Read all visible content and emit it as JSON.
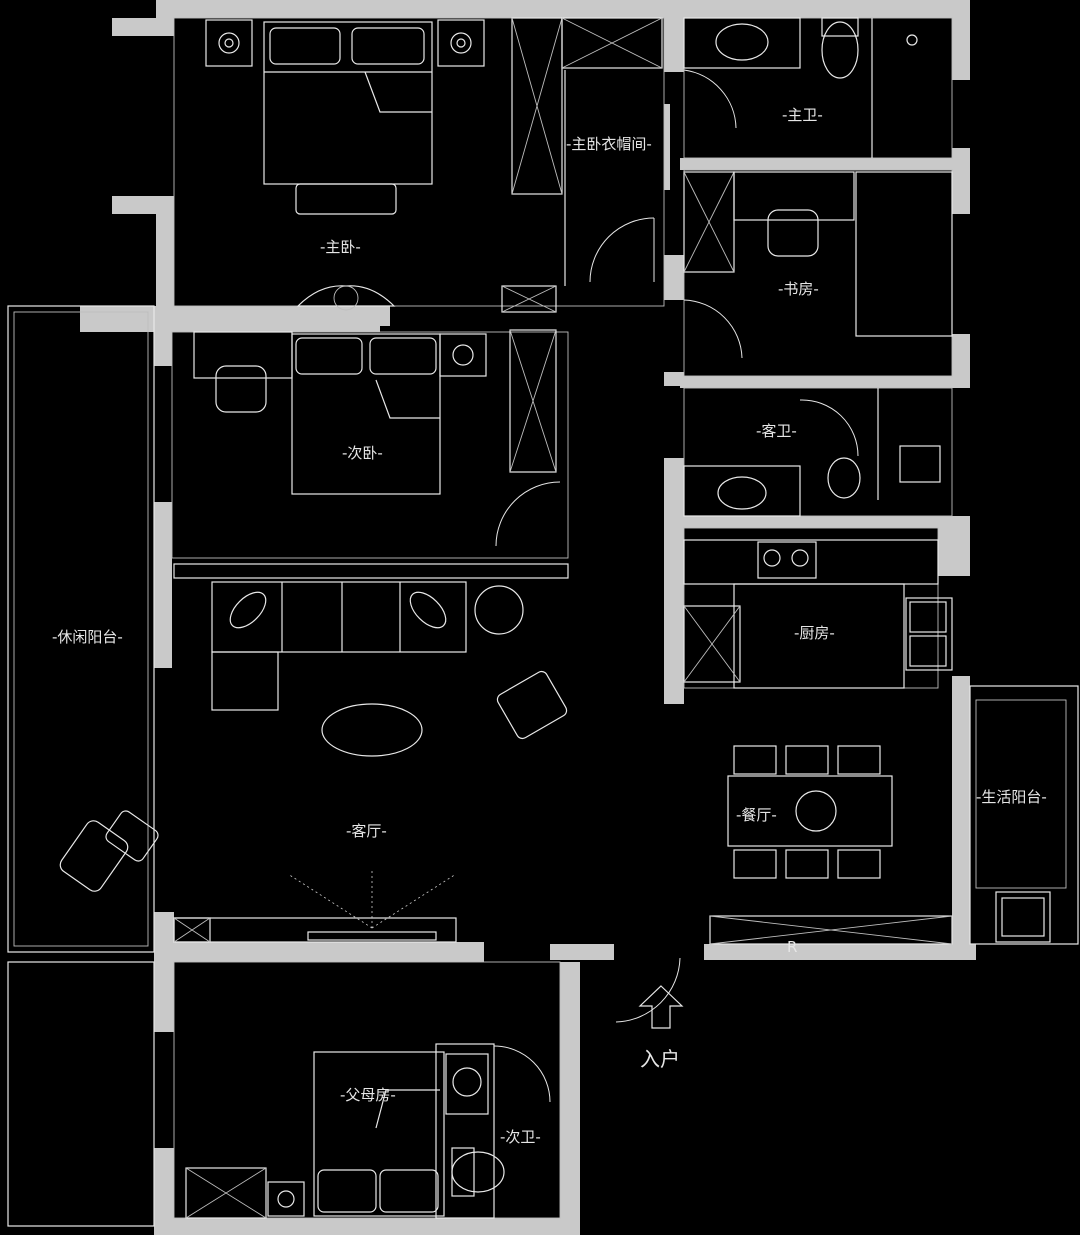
{
  "rooms": {
    "master_bedroom": "-主卧-",
    "master_closet": "-主卧衣帽间-",
    "master_bath": "-主卫-",
    "study": "-书房-",
    "second_bedroom": "-次卧-",
    "guest_bath": "-客卫-",
    "leisure_balcony": "-休闲阳台-",
    "kitchen": "-厨房-",
    "living_room": "-客厅-",
    "dining_room": "-餐厅-",
    "service_balcony": "-生活阳台-",
    "parents_room": "-父母房-",
    "second_bath": "-次卫-"
  },
  "entrance": {
    "label": "入户"
  },
  "markers": {
    "fridge": "R"
  }
}
